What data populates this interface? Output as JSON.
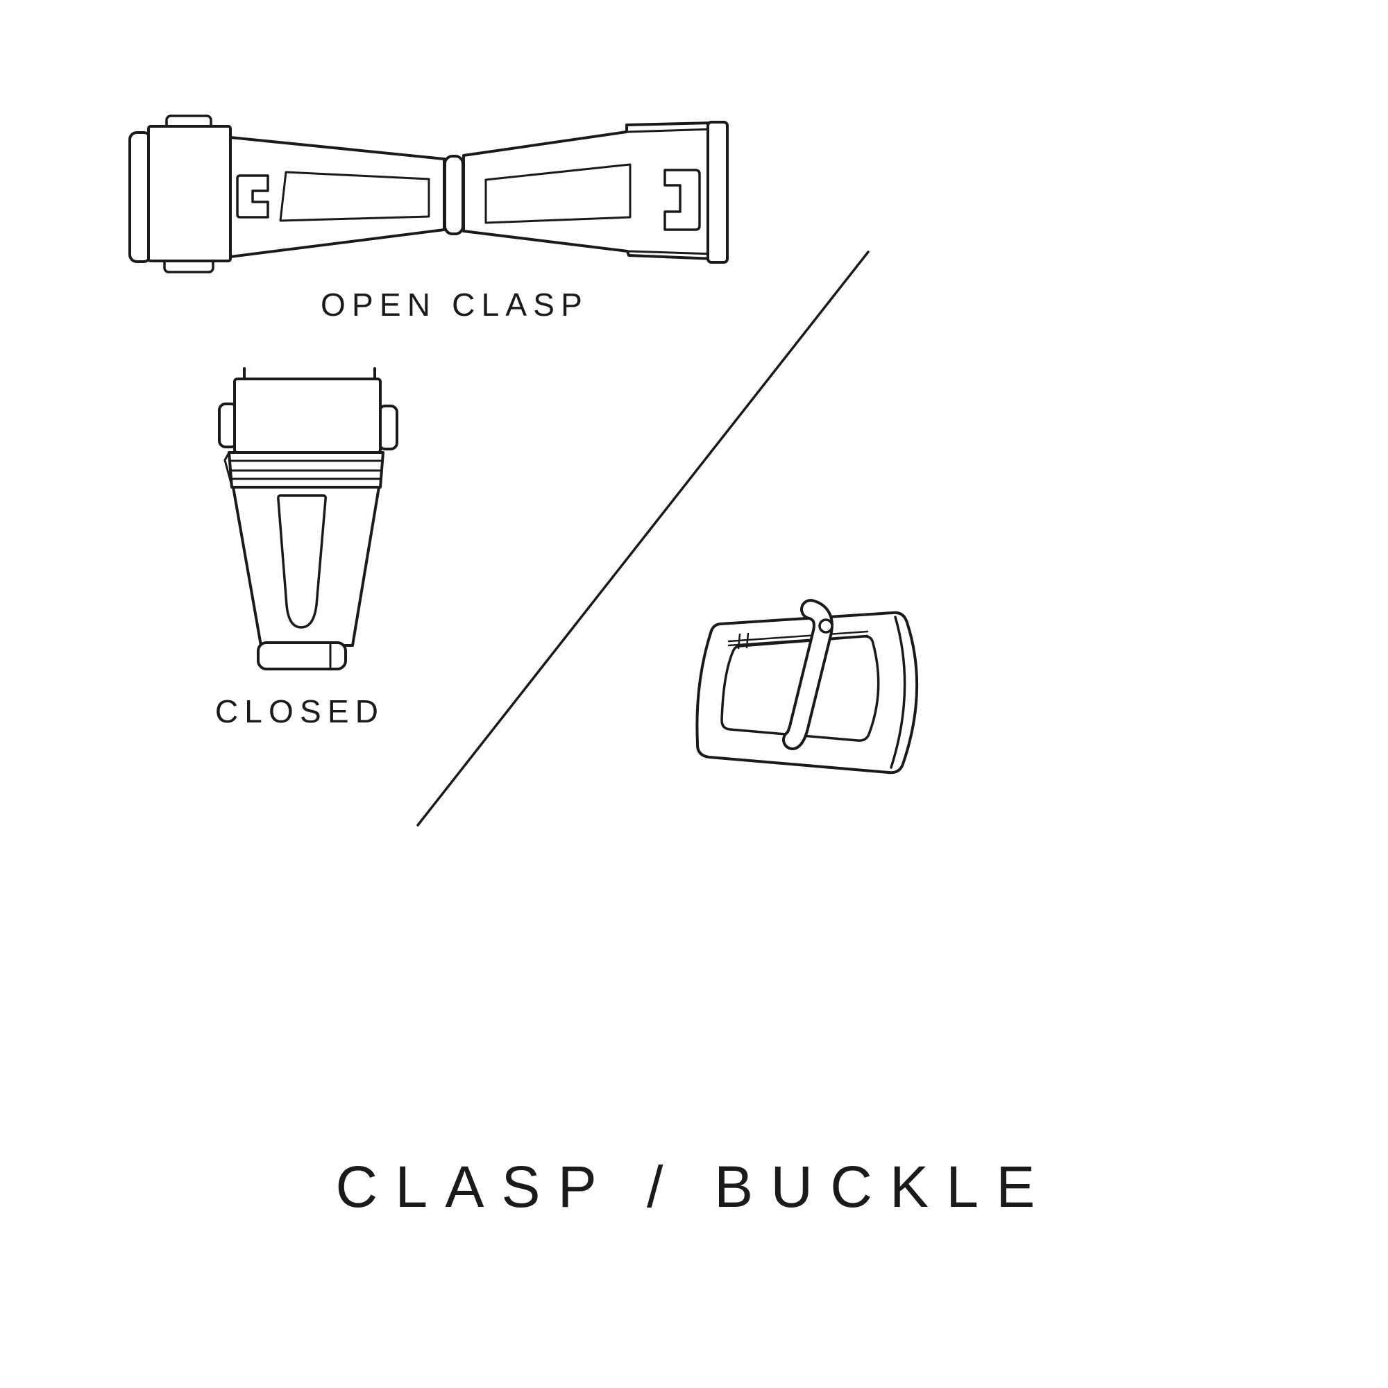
{
  "title": "CLASP / BUCKLE",
  "figures": {
    "open_clasp": {
      "label": "OPEN CLASP"
    },
    "closed": {
      "label": "CLOSED"
    }
  },
  "colors": {
    "background": "#ffffff",
    "line": "#1a1a1a",
    "text": "#1a1a1a"
  }
}
